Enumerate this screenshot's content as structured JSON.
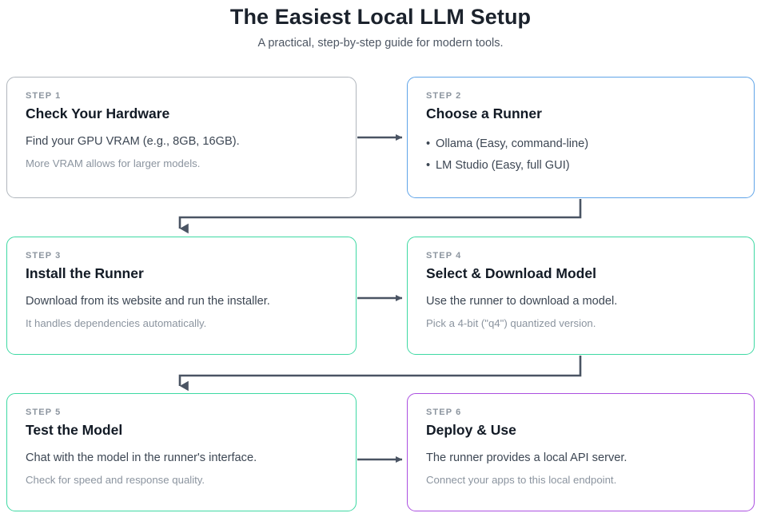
{
  "header": {
    "title": "The Easiest Local LLM Setup",
    "subtitle": "A practical, step-by-step guide for modern tools."
  },
  "colors": {
    "card1_border": "#b0b6bd",
    "card2_border": "#5fa4e8",
    "card3_border": "#3ed9a3",
    "card4_border": "#3ed9a3",
    "card5_border": "#3ed9a3",
    "card6_border": "#ab4fe0",
    "connector": "#4a5463",
    "title_text": "#121a25",
    "step_label_text": "#8c959f",
    "body_primary_text": "#3c4653",
    "body_secondary_text": "#8b949f",
    "page_background": "#ffffff"
  },
  "steps": [
    {
      "step_label": "STEP 1",
      "title": "Check Your Hardware",
      "primary": "Find your GPU VRAM (e.g., 8GB, 16GB).",
      "secondary": "More VRAM allows for larger models.",
      "bullets": []
    },
    {
      "step_label": "STEP 2",
      "title": "Choose a Runner",
      "primary": "",
      "secondary": "",
      "bullets": [
        "Ollama (Easy, command-line)",
        "LM Studio (Easy, full GUI)"
      ]
    },
    {
      "step_label": "STEP 3",
      "title": "Install the Runner",
      "primary": "Download from its website and run the installer.",
      "secondary": "It handles dependencies automatically.",
      "bullets": []
    },
    {
      "step_label": "STEP 4",
      "title": "Select & Download Model",
      "primary": "Use the runner to download a model.",
      "secondary": "Pick a 4-bit (\"q4\") quantized version.",
      "bullets": []
    },
    {
      "step_label": "STEP 5",
      "title": "Test the Model",
      "primary": "Chat with the model in the runner's interface.",
      "secondary": "Check for speed and response quality.",
      "bullets": []
    },
    {
      "step_label": "STEP 6",
      "title": "Deploy & Use",
      "primary": "The runner provides a local API server.",
      "secondary": "Connect your apps to this local endpoint.",
      "bullets": []
    }
  ],
  "connectors": [
    {
      "name": "step1-to-step2",
      "direction": "right"
    },
    {
      "name": "step2-to-step3",
      "direction": "down-left"
    },
    {
      "name": "step3-to-step4",
      "direction": "right"
    },
    {
      "name": "step4-to-step5",
      "direction": "down-left"
    },
    {
      "name": "step5-to-step6",
      "direction": "right"
    }
  ]
}
